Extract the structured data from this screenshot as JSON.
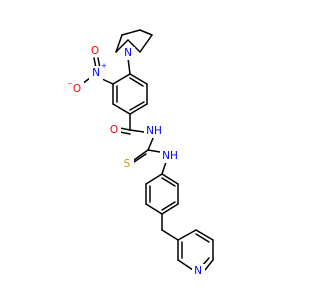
{
  "molecule": {
    "colors": {
      "bond": "#000000",
      "carbon": "#000000",
      "nitrogen": "#0000ff",
      "oxygen": "#ff0000",
      "sulfur": "#b8a000"
    },
    "labels": {
      "nitro_oxygen_left": "O",
      "nitro_oxygen_left_charge": "−",
      "nitro_nitrogen": "N",
      "nitro_nitrogen_charge": "+",
      "nitro_oxygen_top": "O",
      "pyrrolidine_nitrogen": "N",
      "amide_oxygen": "O",
      "amide_nh": "N",
      "amide_nh_h": "H",
      "thioamide_nh": "N",
      "thioamide_nh_h": "H",
      "thiocarbonyl_sulfur": "S",
      "pyridine_nitrogen": "N"
    }
  }
}
